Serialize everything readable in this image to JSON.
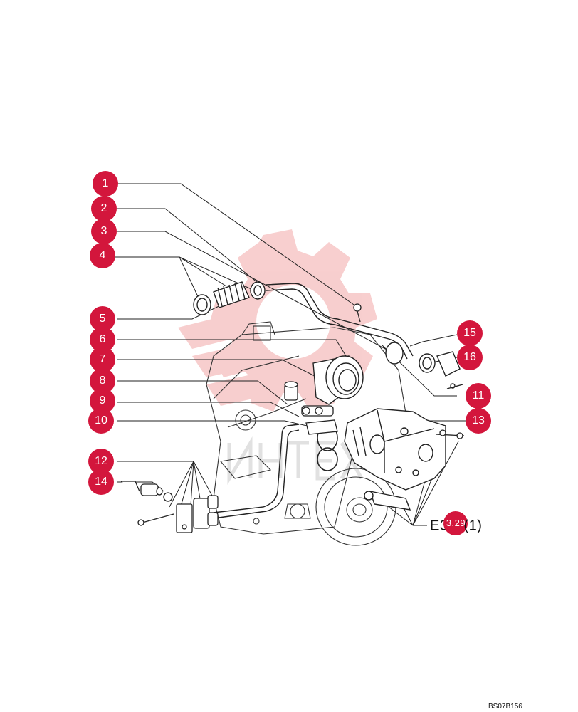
{
  "callouts": [
    {
      "label": "1"
    },
    {
      "label": "2"
    },
    {
      "label": "3"
    },
    {
      "label": "4"
    },
    {
      "label": "5"
    },
    {
      "label": "6"
    },
    {
      "label": "7"
    },
    {
      "label": "8"
    },
    {
      "label": "9"
    },
    {
      "label": "10"
    },
    {
      "label": "11"
    },
    {
      "label": "12"
    },
    {
      "label": "13"
    },
    {
      "label": "14"
    },
    {
      "label": "15"
    },
    {
      "label": "16"
    }
  ],
  "reference": {
    "prefix": "E3",
    "badge": "3.29",
    "suffix": "(1)"
  },
  "drawing_code": "BS07B156",
  "colors": {
    "callout": "#d3163c",
    "watermark": "#f2b8b8",
    "line": "#222222"
  }
}
